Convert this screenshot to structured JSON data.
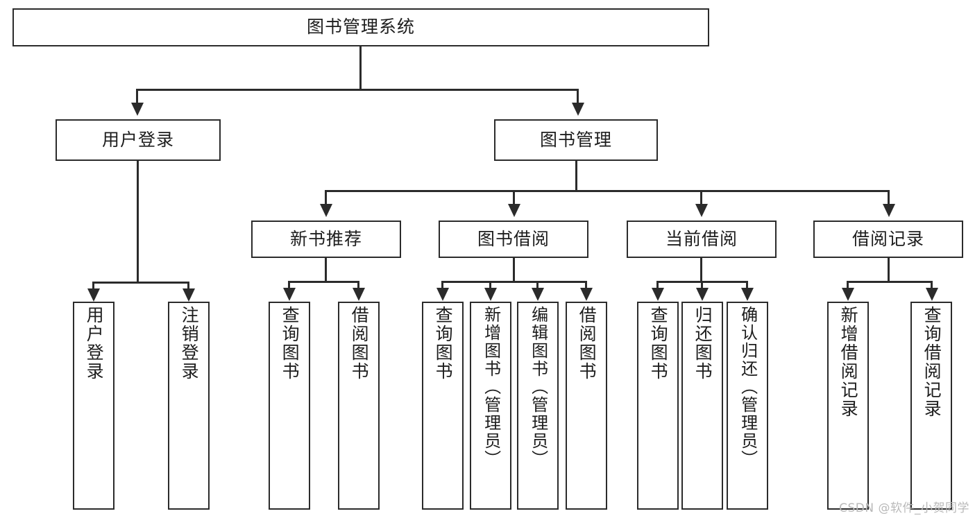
{
  "diagram": {
    "title": "图书管理系统",
    "root": {
      "label": "图书管理系统"
    },
    "level2": [
      {
        "label": "用户登录"
      },
      {
        "label": "图书管理"
      }
    ],
    "level3": [
      {
        "label": "新书推荐"
      },
      {
        "label": "图书借阅"
      },
      {
        "label": "当前借阅"
      },
      {
        "label": "借阅记录"
      }
    ],
    "leaves": {
      "user_login": [
        {
          "label": "用户登录"
        },
        {
          "label": "注销登录"
        }
      ],
      "new_book_recommend": [
        {
          "label": "查询图书"
        },
        {
          "label": "借阅图书"
        }
      ],
      "book_borrow": [
        {
          "label": "查询图书"
        },
        {
          "label": "新增图书（管理员）"
        },
        {
          "label": "编辑图书（管理员）"
        },
        {
          "label": "借阅图书"
        }
      ],
      "current_borrow": [
        {
          "label": "查询图书"
        },
        {
          "label": "归还图书"
        },
        {
          "label": "确认归还（管理员）"
        }
      ],
      "borrow_record": [
        {
          "label": "新增借阅记录"
        },
        {
          "label": "查询借阅记录"
        }
      ]
    }
  },
  "watermark": {
    "text": "CSDN @软件_小贺同学"
  },
  "colors": {
    "stroke": "#2b2b2b",
    "fill": "#ffffff",
    "text": "#1d1d1d",
    "watermark": "#b9b9b9"
  }
}
